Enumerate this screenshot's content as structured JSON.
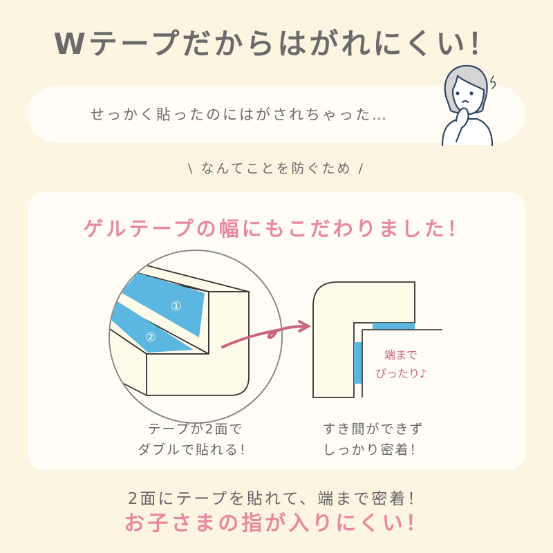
{
  "title": "Wテープだからはがれにくい！",
  "worry": "せっかく貼ったのにはがされちゃった…",
  "subheading": "\\ なんてことを防ぐため /",
  "headline": "ゲルテープの幅にもこだわりました！",
  "diagram": {
    "tape1": "①",
    "tape2": "②",
    "edge_line1": "端まで",
    "edge_line2": "ぴったり♪"
  },
  "captions": {
    "left_line1": "テープが2面で",
    "left_line2": "ダブルで貼れる！",
    "right_line1": "すき間ができず",
    "right_line2": "しっかり密着！"
  },
  "bottom": {
    "line1": "2面にテープを貼れて、端まで密着！",
    "line2": "お子さまの指が入りにくい！"
  },
  "colors": {
    "background": "#fcf5e2",
    "pink": "#e8899e",
    "blue": "#5bb6e0",
    "cream": "#fffbea",
    "text": "#666666"
  }
}
